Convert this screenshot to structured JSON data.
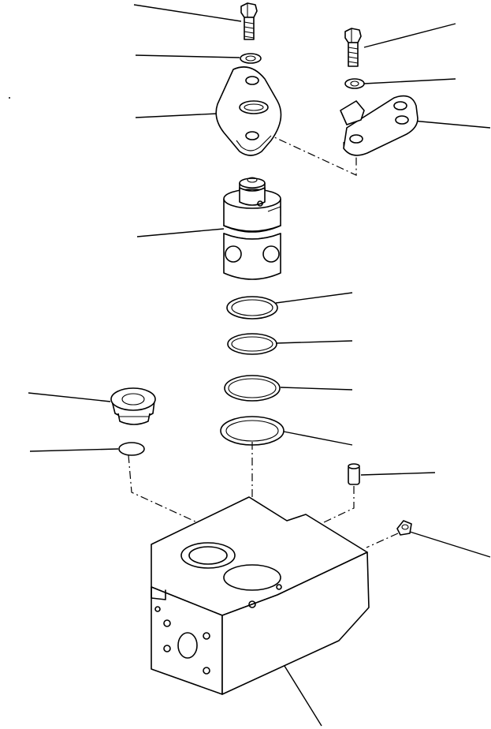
{
  "diagram": {
    "style": "exploded-parts-view",
    "stroke_color": "#000000",
    "background_color": "#ffffff",
    "parts": [
      {
        "id": "bolt-upper-left",
        "icon": "bolt-icon"
      },
      {
        "id": "washer-upper-left",
        "icon": "washer-icon"
      },
      {
        "id": "flange-plate",
        "icon": "flange-plate-icon"
      },
      {
        "id": "bolt-upper-right",
        "icon": "bolt-icon"
      },
      {
        "id": "washer-upper-right",
        "icon": "washer-icon"
      },
      {
        "id": "clamp-plate",
        "icon": "clamp-plate-icon"
      },
      {
        "id": "spool-cartridge",
        "icon": "cartridge-icon"
      },
      {
        "id": "o-ring-1",
        "icon": "o-ring-icon"
      },
      {
        "id": "o-ring-2",
        "icon": "o-ring-icon"
      },
      {
        "id": "o-ring-3",
        "icon": "o-ring-icon"
      },
      {
        "id": "backup-ring",
        "icon": "backup-ring-icon"
      },
      {
        "id": "plug",
        "icon": "plug-icon"
      },
      {
        "id": "o-ring-plug",
        "icon": "o-ring-icon"
      },
      {
        "id": "dowel-pin",
        "icon": "pin-icon"
      },
      {
        "id": "grease-fitting",
        "icon": "fitting-icon"
      },
      {
        "id": "valve-body",
        "icon": "block-icon"
      }
    ]
  }
}
